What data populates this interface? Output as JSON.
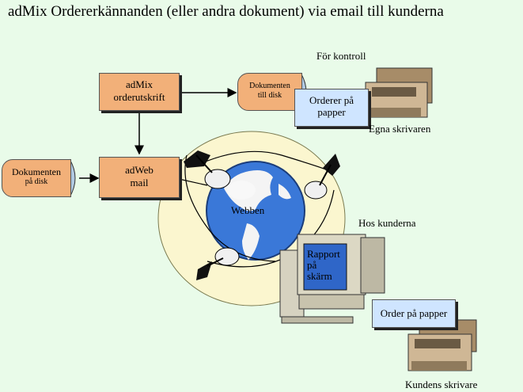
{
  "title": "adMix Ordererkännanden (eller andra dokument) via email till kunderna",
  "nodes": {
    "admix_line1": "adMix",
    "admix_line2": "orderutskrift",
    "adweb_line1": "adWeb",
    "adweb_line2": "mail",
    "disk_left_line1": "Dokumenten",
    "disk_left_line2": "på disk",
    "disk_top_line1": "Dokumenten",
    "disk_top_line2": "till disk",
    "orders_paper_line1": "Orderer på",
    "orders_paper_line2": "papper",
    "customer_paper": "Order på papper",
    "screen_line1": "Rapport",
    "screen_line2": "på",
    "screen_line3": "skärm"
  },
  "labels": {
    "for_kontroll": "För kontroll",
    "egna_skrivaren": "Egna skrivaren",
    "webben": "Webben",
    "hos_kunderna": "Hos kunderna",
    "kundens_skrivare": "Kundens skrivare"
  },
  "colors": {
    "background": "#e9fbe9",
    "box_fill": "#f2b079",
    "paper_fill": "#cfe5ff",
    "globe_ocean": "#3a78d8",
    "halo": "#fbf6cf"
  }
}
